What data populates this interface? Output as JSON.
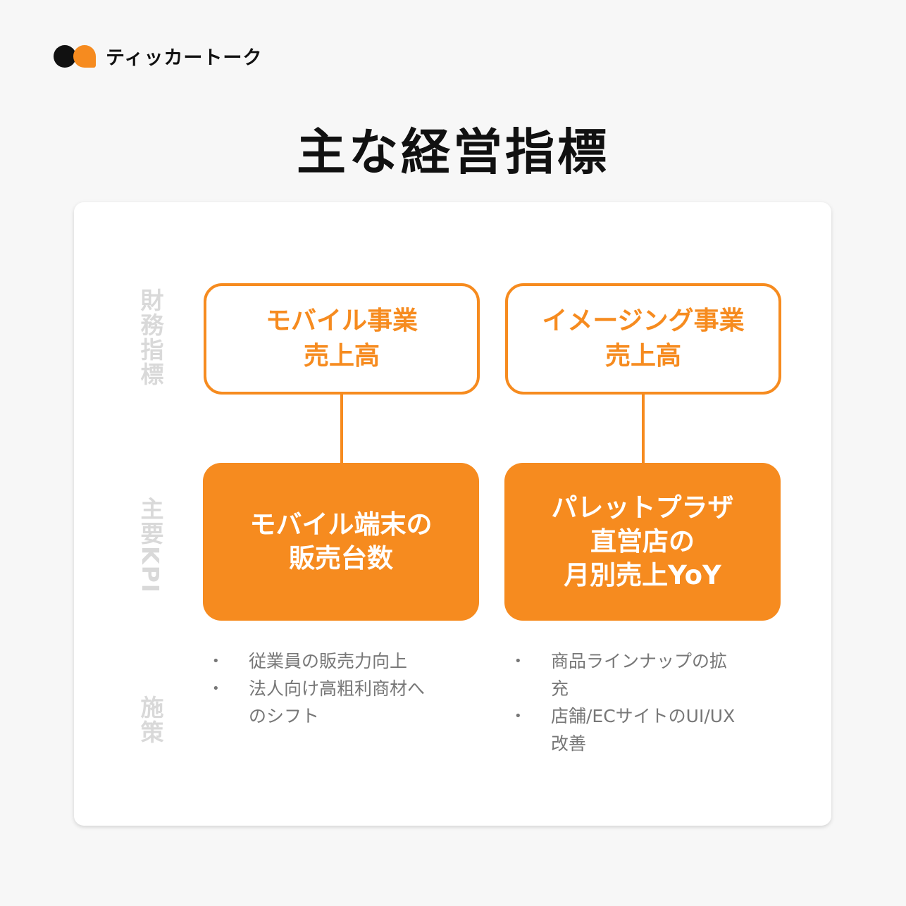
{
  "brand": {
    "name": "ティッカートーク",
    "colors": {
      "accent": "#f68b1f",
      "dark": "#111111"
    }
  },
  "title": "主な経営指標",
  "row_labels": [
    "財務指標",
    "主要KPI",
    "施策"
  ],
  "columns": [
    {
      "metric": "モバイル事業\n売上高",
      "kpi": "モバイル端末の\n販売台数",
      "actions": [
        "従業員の販売力向上",
        "法人向け高粗利商材へのシフト"
      ]
    },
    {
      "metric": "イメージング事業\n売上高",
      "kpi": "パレットプラザ\n直営店の\n月別売上YoY",
      "actions": [
        "商品ラインナップの拡充",
        "店舗/ECサイトのUI/UX改善"
      ]
    }
  ]
}
